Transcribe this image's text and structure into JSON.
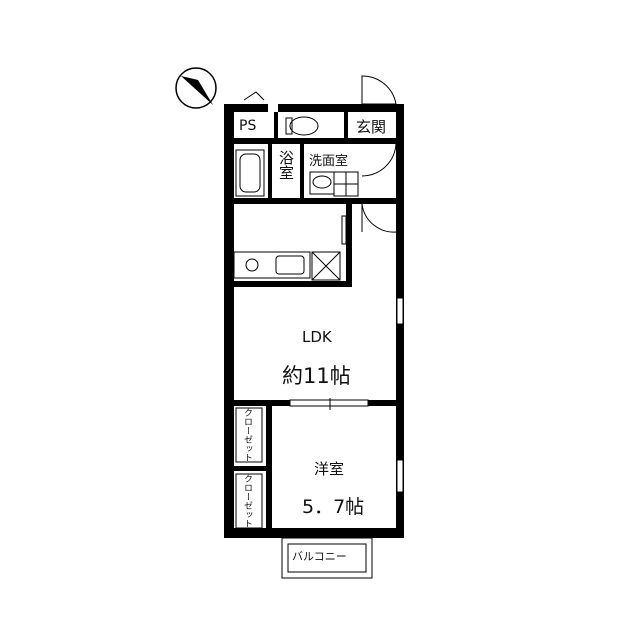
{
  "rooms": {
    "ps": "PS",
    "entrance": "玄関",
    "bath": "浴室",
    "washroom": "洗面室",
    "ldk_name": "LDK",
    "ldk_size": "約11帖",
    "western_name": "洋室",
    "western_size": "5．7帖",
    "closet_1": "クローゼット",
    "closet_2": "クローゼット",
    "balcony": "バルコニー"
  },
  "icons": {
    "compass": "north-arrow-icon",
    "toilet": "toilet-icon",
    "bathtub": "bathtub-icon",
    "washbasin": "washbasin-icon",
    "stove": "stove-icon",
    "sink": "sink-icon",
    "fridge": "fridge-space-icon"
  },
  "colors": {
    "wall": "#000000",
    "line": "#333333",
    "background": "#ffffff"
  }
}
